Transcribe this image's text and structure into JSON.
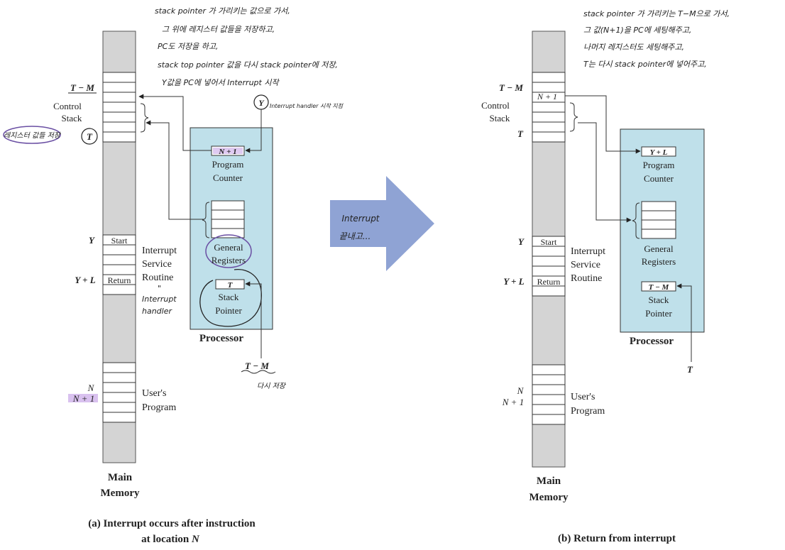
{
  "colors": {
    "memory_fill": "#d4d4d4",
    "processor_fill": "#bfe0ea",
    "arrow_big": "#8fa3d4",
    "ink": "#222222",
    "annotation_purple": "#6a4fa3",
    "highlight_purple": "#c9a6e8"
  },
  "big_arrow": {
    "text_line1": "Interrupt",
    "text_line2": "끝내고..."
  },
  "panel_a": {
    "caption_line1": "(a)  Interrupt occurs after instruction",
    "caption_line2_prefix": "at location ",
    "caption_line2_var": "N",
    "memory_title_line1": "Main",
    "memory_title_line2": "Memory",
    "processor_label": "Processor",
    "labels": {
      "t_minus_m": "T − M",
      "control": "Control",
      "stack": "Stack",
      "t": "T",
      "y": "Y",
      "y_plus_l": "Y + L",
      "n": "N",
      "n_plus_1": "N + 1",
      "start": "Start",
      "return": "Return",
      "isr_1": "Interrupt",
      "isr_2": "Service",
      "isr_3": "Routine",
      "user_1": "User's",
      "user_2": "Program",
      "pc_value": "N + 1",
      "pc_1": "Program",
      "pc_2": "Counter",
      "gr_1": "General",
      "gr_2": "Registers",
      "sp_value": "T",
      "sp_1": "Stack",
      "sp_2": "Pointer",
      "y_circle": "Y",
      "t_minus_m_bottom": "T − M"
    },
    "handwriting": [
      "stack pointer 가 가리키는 값으로 가서,",
      "그 위에 레지스터 값들을 저장하고,",
      "PC도 저장을 하고,",
      "stack top pointer 값을 다시 stack pointer에 저장,",
      "Y값을 PC에 넣어서 Interrupt 시작"
    ],
    "hand_interrupt_handler_start": "Interrupt handler 시작 지점",
    "hand_register_save": "레지스터 값들 저장",
    "hand_ditto": "\"",
    "hand_interrupt": "Interrupt",
    "hand_handler": "handler",
    "hand_resave": "다시 저장"
  },
  "panel_b": {
    "caption": "(b)  Return from interrupt",
    "memory_title_line1": "Main",
    "memory_title_line2": "Memory",
    "processor_label": "Processor",
    "labels": {
      "t_minus_m": "T − M",
      "n_plus_1_cell": "N + 1",
      "control": "Control",
      "stack": "Stack",
      "t": "T",
      "y": "Y",
      "y_plus_l": "Y + L",
      "n": "N",
      "n_plus_1": "N + 1",
      "start": "Start",
      "return": "Return",
      "isr_1": "Interrupt",
      "isr_2": "Service",
      "isr_3": "Routine",
      "user_1": "User's",
      "user_2": "Program",
      "pc_value": "Y + L",
      "pc_1": "Program",
      "pc_2": "Counter",
      "gr_1": "General",
      "gr_2": "Registers",
      "sp_value": "T − M",
      "sp_1": "Stack",
      "sp_2": "Pointer",
      "t_bottom": "T"
    },
    "handwriting": [
      "stack pointer 가 가리키는 T−M으로 가서,",
      "그 값(N+1)을 PC에 세팅해주고,",
      "나머지 레지스터도 세팅해주고,",
      "T는 다시 stack pointer에 넣어주고,"
    ]
  }
}
